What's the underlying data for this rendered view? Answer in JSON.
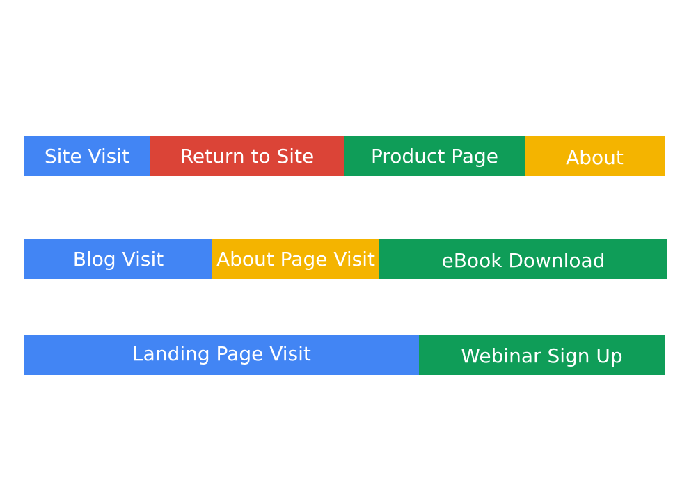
{
  "colors": {
    "blue": "#4285F4",
    "red": "#DB4437",
    "green": "#0F9D58",
    "yellow": "#F4B400",
    "text": "#FFFFFF"
  },
  "paths": [
    {
      "steps": [
        {
          "label": "Site Visit",
          "color": "blue"
        },
        {
          "label": "Return to Site",
          "color": "red"
        },
        {
          "label": "Product Page",
          "color": "green"
        },
        {
          "label": "About",
          "color": "yellow"
        }
      ]
    },
    {
      "steps": [
        {
          "label": "Blog Visit",
          "color": "blue"
        },
        {
          "label": "About Page Visit",
          "color": "yellow"
        },
        {
          "label": "eBook Download",
          "color": "green"
        }
      ]
    },
    {
      "steps": [
        {
          "label": "Landing Page Visit",
          "color": "blue"
        },
        {
          "label": "Webinar Sign Up",
          "color": "green"
        }
      ]
    }
  ]
}
